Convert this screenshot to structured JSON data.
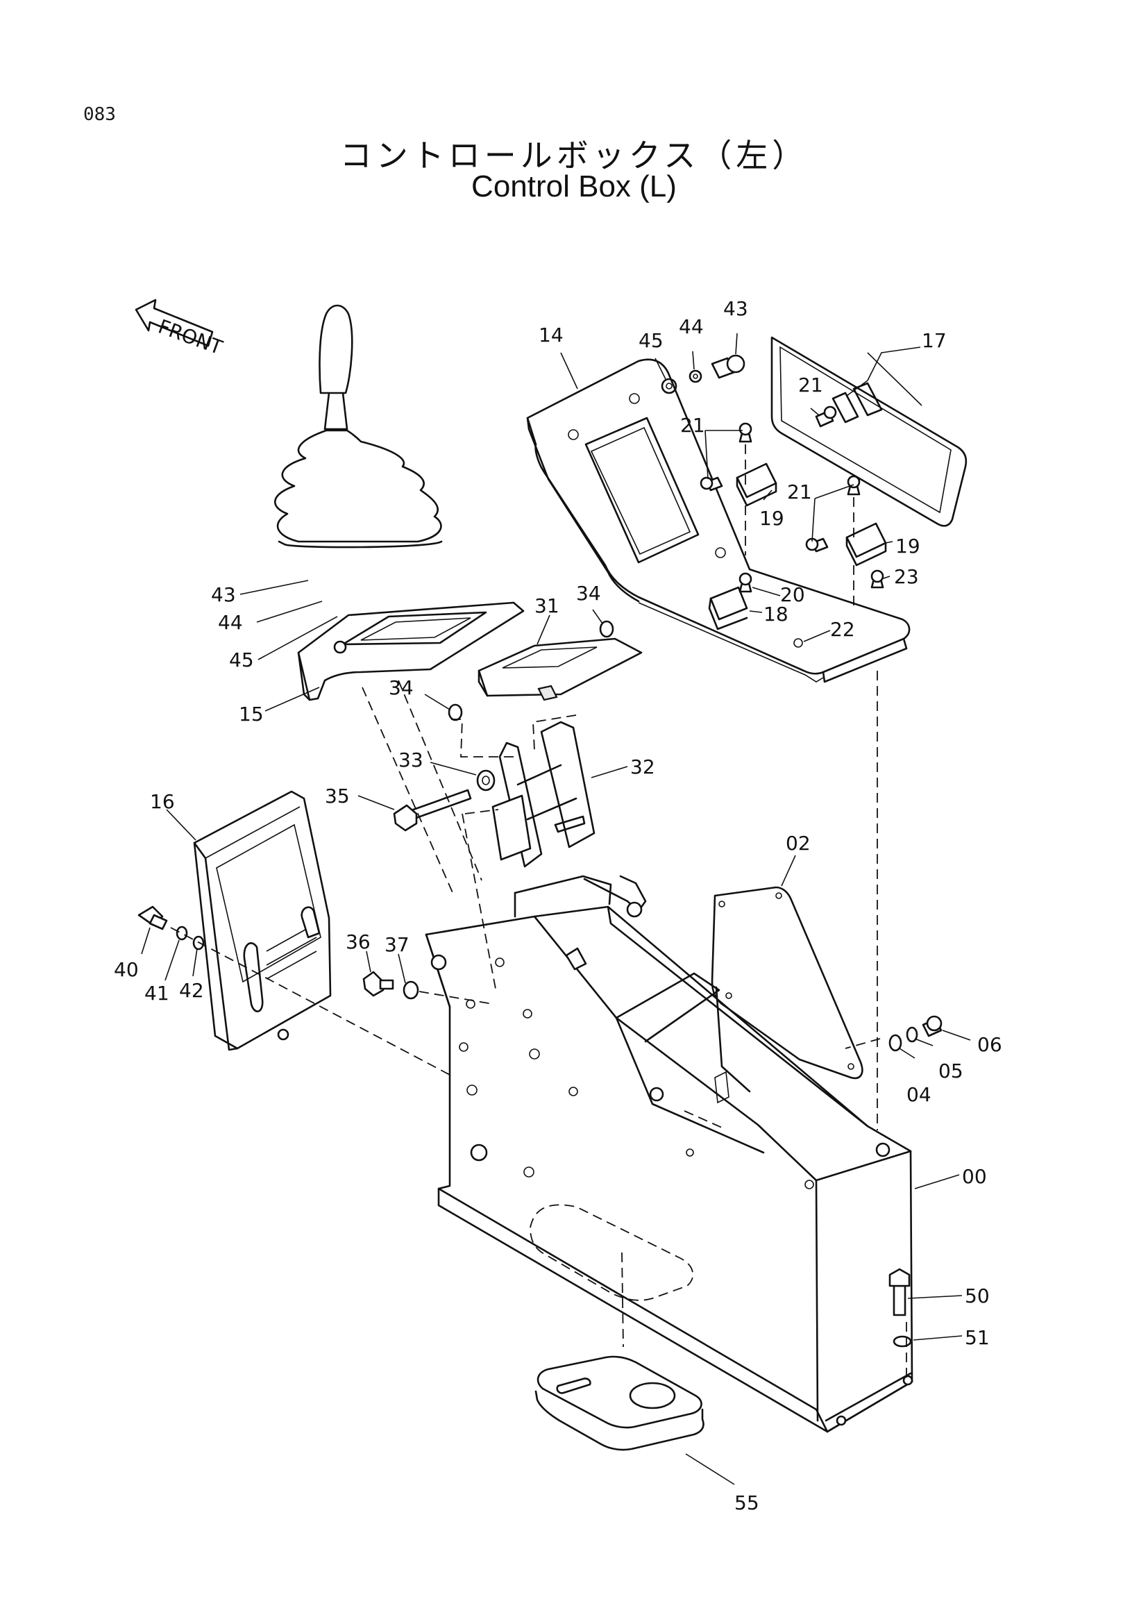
{
  "page_number": "083",
  "title_ja": "コントロールボックス（左）",
  "title_en": "Control Box (L)",
  "front_arrow_label": "FRONT",
  "callouts": {
    "p00": "00",
    "p02": "02",
    "p04": "04",
    "p05": "05",
    "p06": "06",
    "p14": "14",
    "p15": "15",
    "p16": "16",
    "p17": "17",
    "p18": "18",
    "p19a": "19",
    "p19b": "19",
    "p20": "20",
    "p21a": "21",
    "p21b": "21",
    "p21c": "21",
    "p22": "22",
    "p23": "23",
    "p31": "31",
    "p32": "32",
    "p33": "33",
    "p34a": "34",
    "p34b": "34",
    "p35": "35",
    "p36": "36",
    "p37": "37",
    "p40": "40",
    "p41": "41",
    "p42": "42",
    "p43a": "43",
    "p43b": "43",
    "p44a": "44",
    "p44b": "44",
    "p45a": "45",
    "p45b": "45",
    "p50": "50",
    "p51": "51",
    "p55": "55"
  }
}
